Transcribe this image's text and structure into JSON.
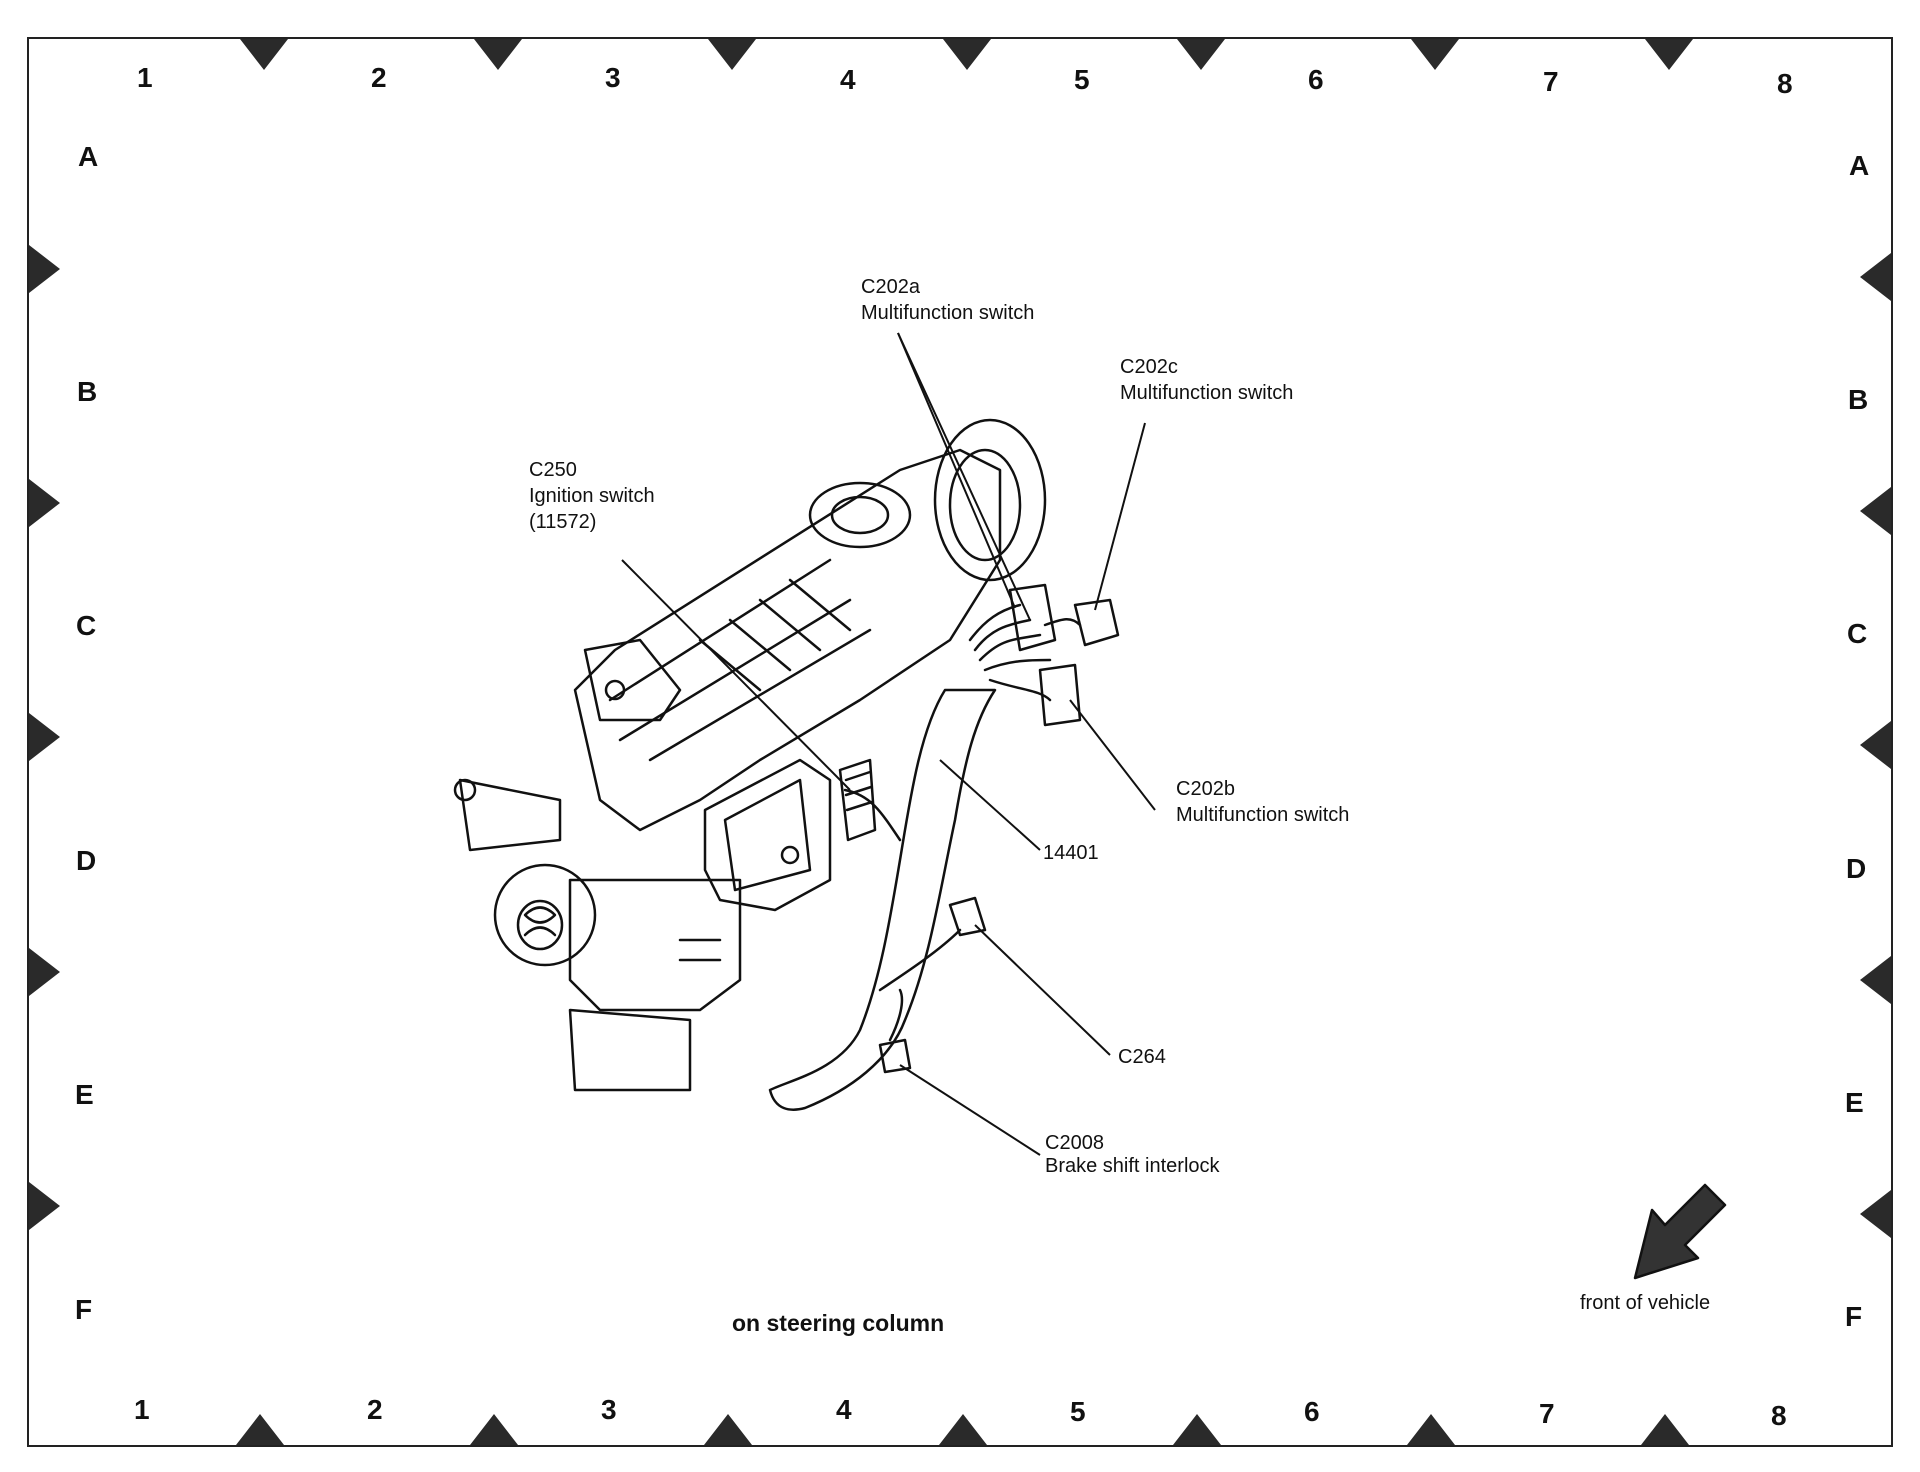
{
  "grid": {
    "columns": [
      "1",
      "2",
      "3",
      "4",
      "5",
      "6",
      "7",
      "8"
    ],
    "rows": [
      "A",
      "B",
      "C",
      "D",
      "E",
      "F"
    ]
  },
  "callouts": {
    "c202a": {
      "id": "C202a",
      "name": "Multifunction switch"
    },
    "c202c": {
      "id": "C202c",
      "name": "Multifunction switch"
    },
    "c250": {
      "id": "C250",
      "name": "Ignition switch",
      "part": "(11572)"
    },
    "c202b": {
      "id": "C202b",
      "name": "Multifunction switch"
    },
    "harness": {
      "id": "14401"
    },
    "c264": {
      "id": "C264"
    },
    "c2008": {
      "id": "C2008",
      "name": "Brake shift interlock"
    }
  },
  "caption": "on steering column",
  "orientation": {
    "label": "front of vehicle",
    "arrow": "arrow-down-left-icon"
  },
  "colors": {
    "ink": "#111111",
    "marker": "#2a2a2a"
  }
}
